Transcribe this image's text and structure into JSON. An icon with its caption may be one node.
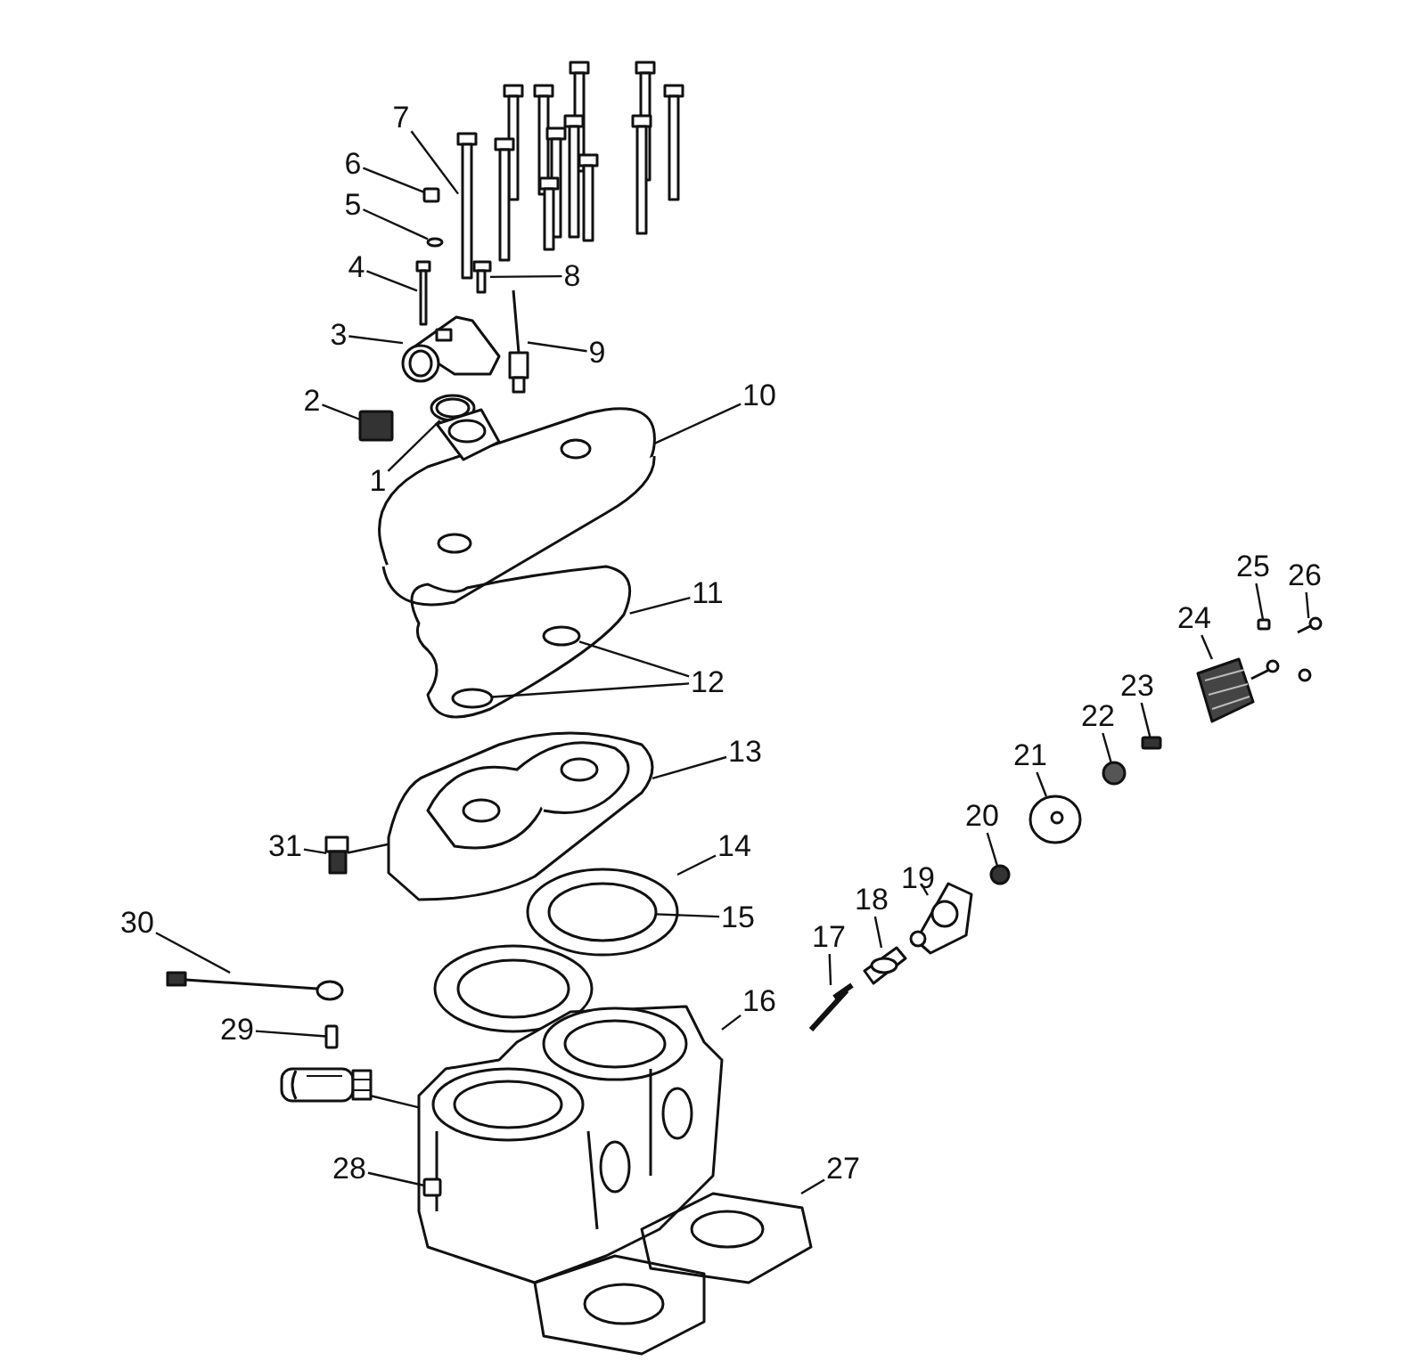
{
  "diagram": {
    "nodes": [
      {
        "text": [
          "1"
        ]
      },
      {
        "text": [
          "2"
        ]
      },
      {
        "text": [
          "3"
        ]
      },
      {
        "text": [
          "4"
        ]
      },
      {
        "text": [
          "5"
        ]
      },
      {
        "text": [
          "6"
        ]
      },
      {
        "text": [
          "7"
        ]
      },
      {
        "text": [
          "8"
        ]
      },
      {
        "text": [
          "9"
        ]
      },
      {
        "text": [
          "10"
        ]
      },
      {
        "text": [
          "11"
        ]
      },
      {
        "text": [
          "12"
        ]
      },
      {
        "text": [
          "13"
        ]
      },
      {
        "text": [
          "14"
        ]
      },
      {
        "text": [
          "15"
        ]
      },
      {
        "text": [
          "16"
        ]
      },
      {
        "text": [
          "17"
        ]
      },
      {
        "text": [
          "18"
        ]
      },
      {
        "text": [
          "19"
        ]
      },
      {
        "text": [
          "20"
        ]
      },
      {
        "text": [
          "21"
        ]
      },
      {
        "text": [
          "22"
        ]
      },
      {
        "text": [
          "23"
        ]
      },
      {
        "text": [
          "24"
        ]
      },
      {
        "text": [
          "25"
        ]
      },
      {
        "text": [
          "26"
        ]
      },
      {
        "text": [
          "27"
        ]
      },
      {
        "text": [
          "28"
        ]
      },
      {
        "text": [
          "29"
        ]
      },
      {
        "text": [
          "30"
        ]
      },
      {
        "text": [
          "31"
        ]
      },
      {
        "text": [],
        "shape": "picture"
      },
      {
        "text": [],
        "shape": "box"
      },
      {
        "text": [],
        "shape": "picture"
      },
      {
        "text": [],
        "shape": "picture"
      },
      {
        "text": [],
        "shape": "circle"
      },
      {
        "text": [],
        "shape": "box"
      },
      {
        "text": [],
        "shape": "picture"
      },
      {
        "text": [],
        "shape": "picture"
      },
      {
        "text": [],
        "shape": "picture"
      },
      {
        "text": [],
        "shape": "picture"
      },
      {
        "text": [],
        "shape": "picture"
      },
      {
        "text": [],
        "shape": "circle",
        "in": 41
      },
      {
        "text": [],
        "shape": "circle",
        "in": 41
      },
      {
        "text": [],
        "shape": "picture"
      },
      {
        "text": [],
        "shape": "circle"
      },
      {
        "text": [],
        "shape": "circle",
        "in": 45
      },
      {
        "text": [],
        "shape": "picture"
      },
      {
        "text": [],
        "shape": "picture"
      },
      {
        "text": [],
        "shape": "picture"
      },
      {
        "text": [],
        "shape": "picture"
      },
      {
        "text": [],
        "shape": "circle"
      },
      {
        "text": [],
        "shape": "picture"
      },
      {
        "text": [],
        "shape": "circle"
      },
      {
        "text": [],
        "shape": "box"
      },
      {
        "text": [],
        "shape": "picture"
      },
      {
        "text": [],
        "shape": "box"
      },
      {
        "text": [],
        "shape": "picture"
      },
      {
        "text": [],
        "shape": "picture"
      },
      {
        "text": [],
        "shape": "box",
        "in": 47
      },
      {
        "text": [],
        "shape": "box"
      },
      {
        "text": [],
        "shape": "picture"
      },
      {
        "text": [],
        "shape": "picture"
      },
      {
        "text": [],
        "shape": "picture"
      },
      {
        "text": [],
        "shape": "picture"
      }
    ],
    "edges": [
      {
        "from": 0,
        "to": 31,
        "arrow": "none"
      },
      {
        "from": 1,
        "to": 32,
        "arrow": "none"
      },
      {
        "from": 2,
        "to": 33,
        "arrow": "none"
      },
      {
        "from": 3,
        "to": 34,
        "arrow": "none"
      },
      {
        "from": 4,
        "to": 35,
        "arrow": "none"
      },
      {
        "from": 5,
        "to": 36,
        "arrow": "none"
      },
      {
        "from": 6,
        "to": 37,
        "arrow": "none"
      },
      {
        "from": 7,
        "to": 38,
        "arrow": "none"
      },
      {
        "from": 8,
        "to": 39,
        "arrow": "none"
      },
      {
        "from": 9,
        "to": 40,
        "arrow": "none"
      },
      {
        "from": 10,
        "to": 41,
        "arrow": "none"
      },
      {
        "from": 11,
        "to": 42,
        "arrow": "none"
      },
      {
        "from": 11,
        "to": 43,
        "arrow": "none"
      },
      {
        "from": 12,
        "to": 44,
        "arrow": "none"
      },
      {
        "from": 13,
        "to": 45,
        "arrow": "none"
      },
      {
        "from": 14,
        "to": 46,
        "arrow": "none"
      },
      {
        "from": 15,
        "to": 47,
        "arrow": "none"
      },
      {
        "from": 16,
        "to": 48,
        "arrow": "none"
      },
      {
        "from": 17,
        "to": 49,
        "arrow": "none"
      },
      {
        "from": 18,
        "to": 50,
        "arrow": "none"
      },
      {
        "from": 19,
        "to": 51,
        "arrow": "none"
      },
      {
        "from": 20,
        "to": 52,
        "arrow": "none"
      },
      {
        "from": 21,
        "to": 53,
        "arrow": "none"
      },
      {
        "from": 22,
        "to": 54,
        "arrow": "none"
      },
      {
        "from": 23,
        "to": 55,
        "arrow": "none"
      },
      {
        "from": 24,
        "to": 56,
        "arrow": "none"
      },
      {
        "from": 25,
        "to": 57,
        "arrow": "none"
      },
      {
        "from": 26,
        "to": 58,
        "arrow": "none"
      },
      {
        "from": 27,
        "to": 59,
        "arrow": "none"
      },
      {
        "from": 28,
        "to": 60,
        "arrow": "none"
      },
      {
        "from": 29,
        "to": 61,
        "arrow": "none"
      },
      {
        "from": 30,
        "to": 62,
        "arrow": "none"
      },
      {
        "from": 63,
        "to": 47,
        "arrow": "none"
      },
      {
        "from": 62,
        "to": 44,
        "arrow": "none"
      }
    ]
  }
}
